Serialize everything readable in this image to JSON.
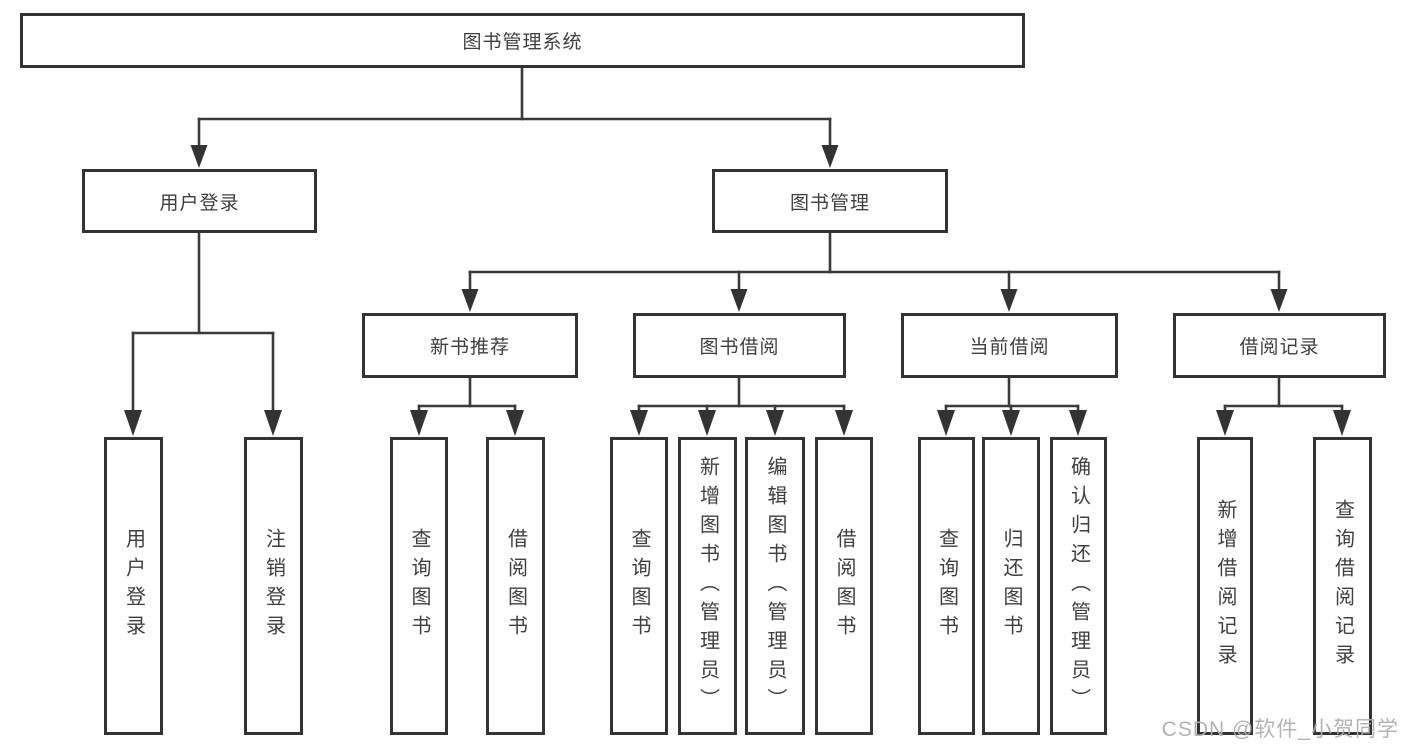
{
  "diagram": {
    "title": "图书管理系统",
    "root": {
      "label": "图书管理系统"
    },
    "branches": [
      {
        "label": "用户登录",
        "children": [
          {
            "label": "用户登录"
          },
          {
            "label": "注销登录"
          }
        ]
      },
      {
        "label": "图书管理",
        "groups": [
          {
            "label": "新书推荐",
            "children": [
              {
                "label": "查询图书"
              },
              {
                "label": "借阅图书"
              }
            ]
          },
          {
            "label": "图书借阅",
            "children": [
              {
                "label": "查询图书"
              },
              {
                "label": "新增图书（管理员）"
              },
              {
                "label": "编辑图书（管理员）"
              },
              {
                "label": "借阅图书"
              }
            ]
          },
          {
            "label": "当前借阅",
            "children": [
              {
                "label": "查询图书"
              },
              {
                "label": "归还图书"
              },
              {
                "label": "确认归还（管理员）"
              }
            ]
          },
          {
            "label": "借阅记录",
            "children": [
              {
                "label": "新增借阅记录"
              },
              {
                "label": "查询借阅记录"
              }
            ]
          }
        ]
      }
    ]
  },
  "watermark": {
    "text": "CSDN @软件_小贺同学",
    "color": "#afafaf"
  },
  "colors": {
    "line": "#3a3a3a",
    "box_border": "#333333",
    "box_fill": "#ffffff",
    "text": "#3f3f3f",
    "background": "#ffffff"
  }
}
